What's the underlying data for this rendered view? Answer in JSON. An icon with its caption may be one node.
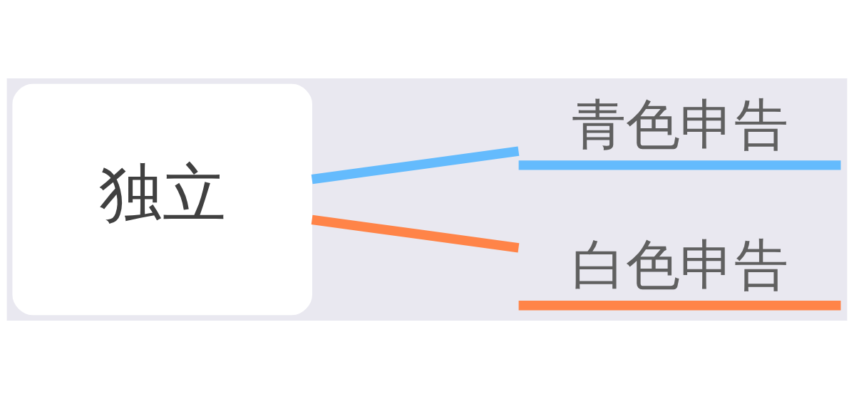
{
  "diagram": {
    "nodes": [
      {
        "text": [
          "独立"
        ]
      },
      {
        "text": [
          "青色申告"
        ]
      },
      {
        "text": [
          "白色申告"
        ]
      }
    ],
    "edges": [
      {
        "from": 0,
        "to": 1,
        "arrow": "none",
        "color": "#64bbfd"
      },
      {
        "from": 0,
        "to": 2,
        "arrow": "none",
        "color": "#ff8448"
      }
    ]
  }
}
